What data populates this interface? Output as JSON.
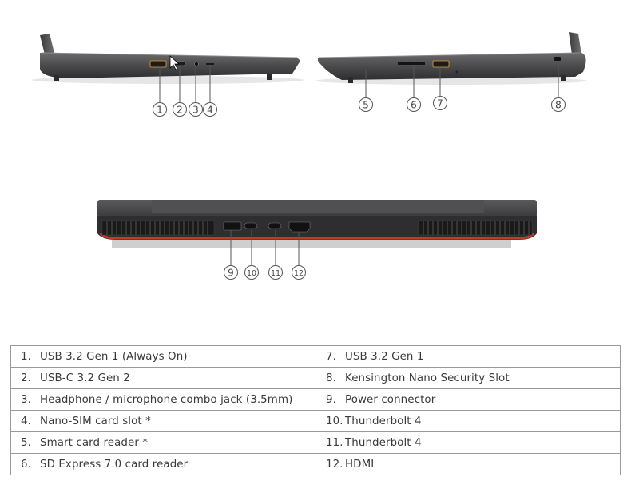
{
  "callouts": {
    "left_side": [
      "1",
      "2",
      "3",
      "4"
    ],
    "right_side": [
      "5",
      "6",
      "7",
      "8"
    ],
    "rear": [
      "9",
      "10",
      "11",
      "12"
    ]
  },
  "ports_table": {
    "left_column": [
      {
        "num": "1.",
        "label": "USB 3.2 Gen 1 (Always On)"
      },
      {
        "num": "2.",
        "label": "USB-C 3.2 Gen 2"
      },
      {
        "num": "3.",
        "label": "Headphone / microphone combo jack (3.5mm)"
      },
      {
        "num": "4.",
        "label": "Nano-SIM card slot *"
      },
      {
        "num": "5.",
        "label": "Smart card reader *"
      },
      {
        "num": "6.",
        "label": "SD Express 7.0 card reader"
      }
    ],
    "right_column": [
      {
        "num": "7.",
        "label": "USB 3.2 Gen 1"
      },
      {
        "num": "8.",
        "label": "Kensington Nano Security Slot"
      },
      {
        "num": "9.",
        "label": "Power connector"
      },
      {
        "num": "10.",
        "label": "Thunderbolt 4"
      },
      {
        "num": "11.",
        "label": "Thunderbolt 4"
      },
      {
        "num": "12.",
        "label": "HDMI"
      }
    ]
  }
}
